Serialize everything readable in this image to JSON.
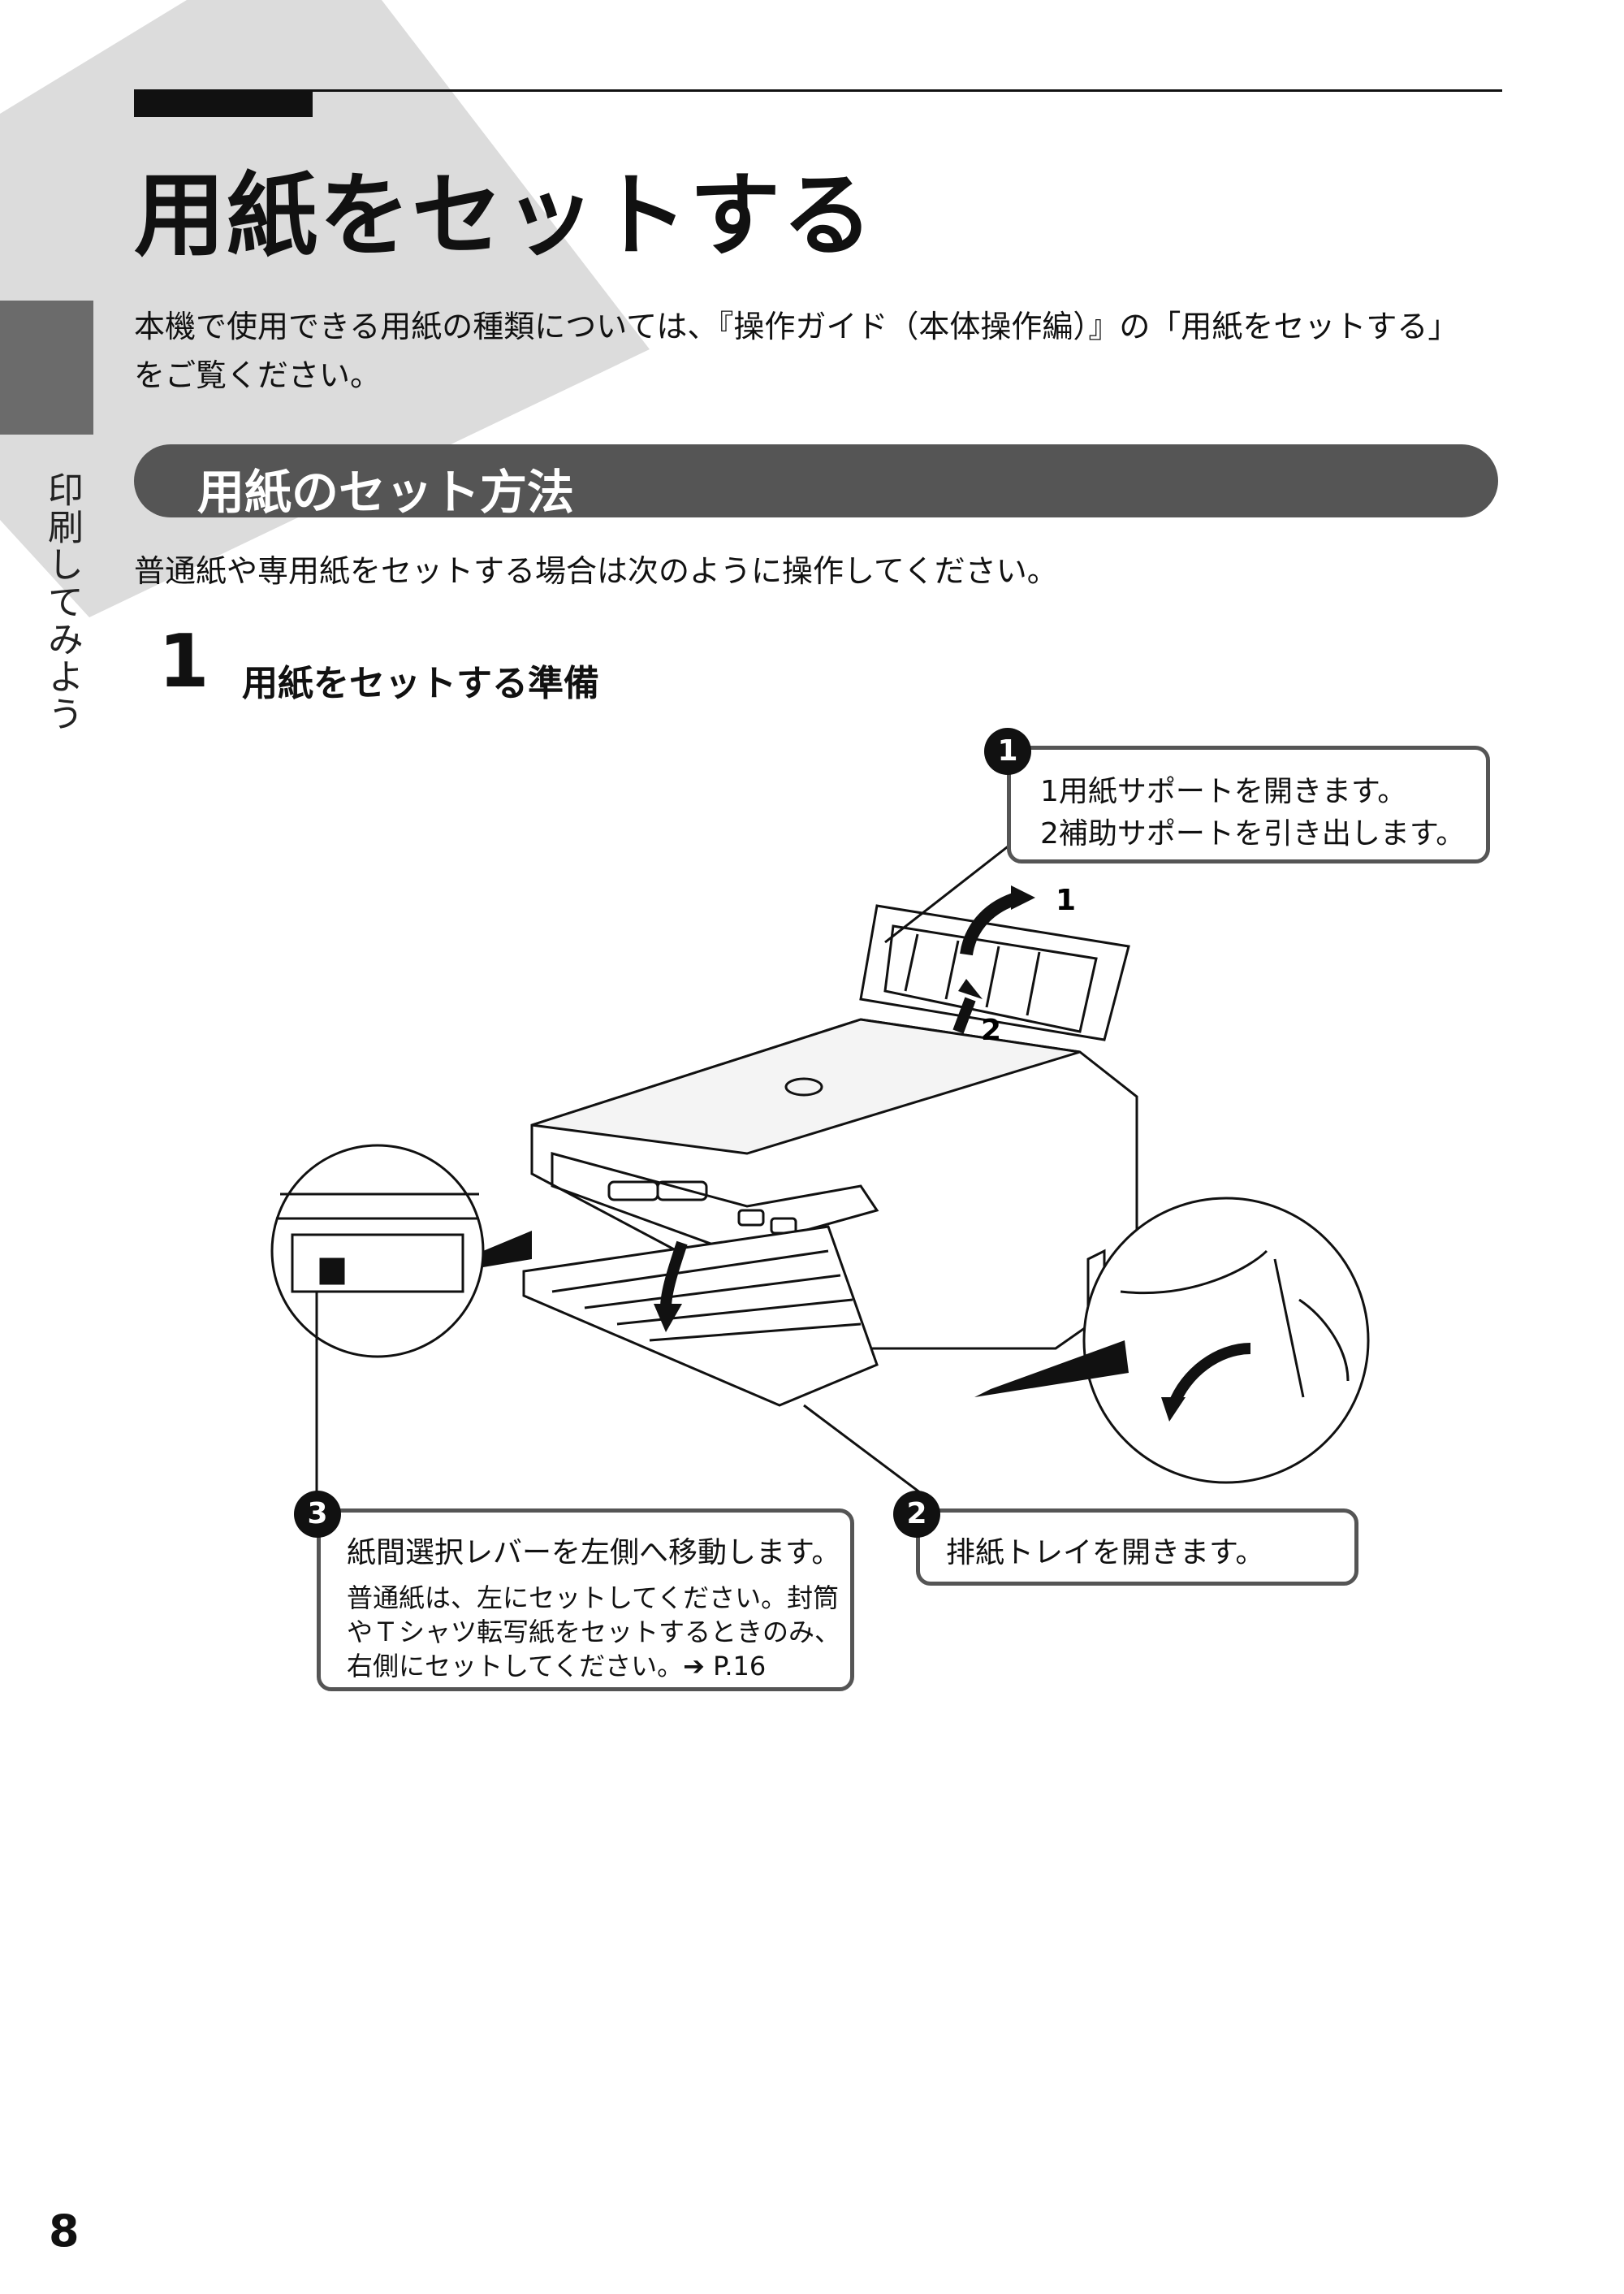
{
  "side_label": "印刷してみよう",
  "page_title": "用紙をセットする",
  "intro_lines": [
    "本機で使用できる用紙の種類については、『操作ガイド（本体操作編）』の「用紙をセットする」",
    "をご覧ください。"
  ],
  "section_title": "用紙のセット方法",
  "body_text": "普通紙や専用紙をセットする場合は次のように操作してください。",
  "step": {
    "number": "1",
    "title": "用紙をセットする準備"
  },
  "figure": {
    "arrow_1": "1",
    "arrow_2": "2"
  },
  "callouts": {
    "c1": {
      "badge": "1",
      "lines": [
        "1用紙サポートを開きます。",
        "2補助サポートを引き出します。"
      ]
    },
    "c2": {
      "badge": "2",
      "text": "排紙トレイを開きます。"
    },
    "c3": {
      "badge": "3",
      "title": "紙間選択レバーを左側へ移動します。",
      "note_lines": [
        "普通紙は、左にセットしてください。封筒",
        "やＴシャツ転写紙をセットするときのみ、",
        "右側にセットしてください。➔ P.16"
      ]
    }
  },
  "page_number": "8"
}
